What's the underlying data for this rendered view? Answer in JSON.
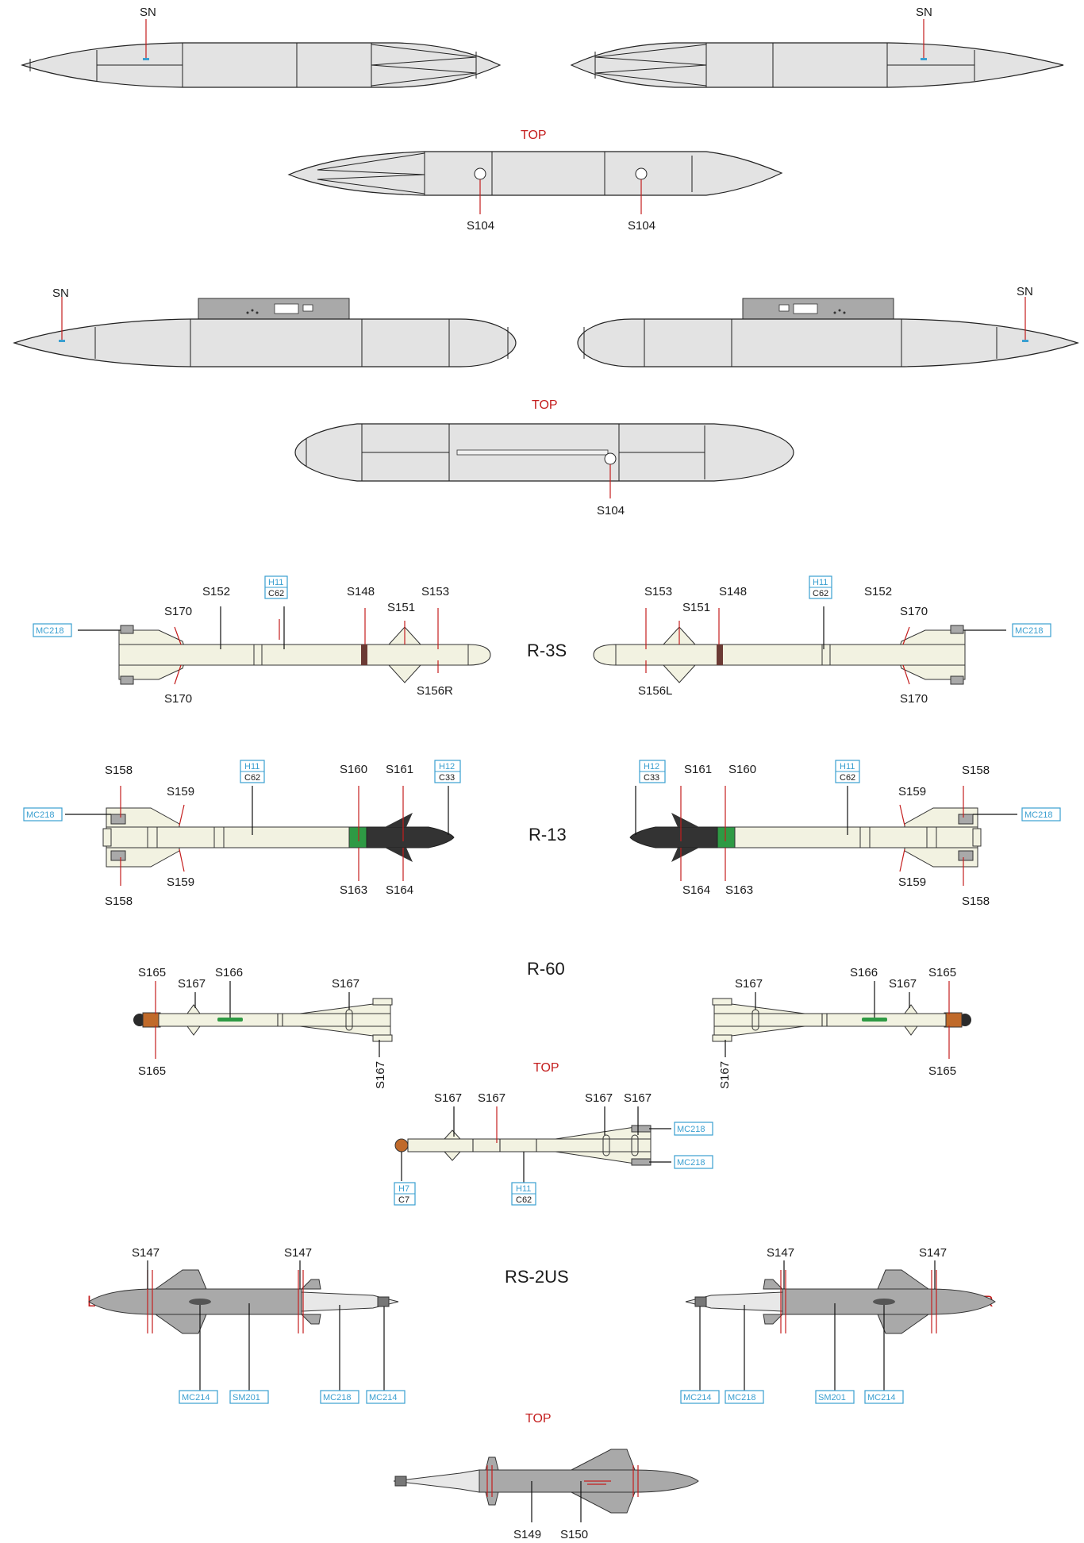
{
  "colors": {
    "label": "#1a1a1a",
    "top_label": "#c41e1e",
    "callout_box": "#3a9fd0",
    "pod_fill": "#e3e3e3",
    "missile_cream": "#f2f2e1",
    "missile_grey": "#a9a9a9"
  },
  "tanks": {
    "sn_left": "SN",
    "sn_right": "SN",
    "top": "TOP",
    "s104_a": "S104",
    "s104_b": "S104"
  },
  "pods": {
    "sn_left": "SN",
    "sn_right": "SN",
    "top": "TOP",
    "s104": "S104"
  },
  "r3s": {
    "name": "R-3S",
    "left": {
      "mc218": "MC218",
      "s170_top": "S170",
      "s152": "S152",
      "h11": "H11",
      "c62": "C62",
      "s148": "S148",
      "s151": "S151",
      "s153": "S153",
      "s170_bot": "S170",
      "s156r": "S156R"
    },
    "right": {
      "mc218": "MC218",
      "s170_top": "S170",
      "s152": "S152",
      "h11": "H11",
      "c62": "C62",
      "s148": "S148",
      "s151": "S151",
      "s153": "S153",
      "s170_bot": "S170",
      "s156l": "S156L"
    }
  },
  "r13": {
    "name": "R-13",
    "left": {
      "s158_top": "S158",
      "s159_top": "S159",
      "mc218": "MC218",
      "h11": "H11",
      "c62": "C62",
      "s160": "S160",
      "s161": "S161",
      "h12": "H12",
      "c33": "C33",
      "s158_bot": "S158",
      "s159_bot": "S159",
      "s163": "S163",
      "s164": "S164"
    },
    "right": {
      "h12": "H12",
      "c33": "C33",
      "s161": "S161",
      "s160": "S160",
      "h11": "H11",
      "c62": "C62",
      "s159_top": "S159",
      "s158_top": "S158",
      "mc218": "MC218",
      "s164": "S164",
      "s163": "S163",
      "s159_bot": "S159",
      "s158_bot": "S158"
    }
  },
  "r60": {
    "name": "R-60",
    "top": "TOP",
    "left": {
      "s165_top": "S165",
      "s167_a": "S167",
      "s166": "S166",
      "s167_b": "S167",
      "s165_bot": "S165",
      "s167_c": "S167"
    },
    "right": {
      "s167_b": "S167",
      "s166": "S166",
      "s167_a": "S167",
      "s165_top": "S165",
      "s165_bot": "S165",
      "s167_c": "S167"
    },
    "topview": {
      "s167_1": "S167",
      "s167_2": "S167",
      "s167_3": "S167",
      "s167_4": "S167",
      "mc218_a": "MC218",
      "mc218_b": "MC218",
      "h7": "H7",
      "c7": "C7",
      "h11": "H11",
      "c62": "C62"
    }
  },
  "rs2us": {
    "name": "RS-2US",
    "left_mark": "L",
    "right_mark": "R",
    "top": "TOP",
    "left": {
      "s147_a": "S147",
      "s147_b": "S147",
      "mc214_a": "MC214",
      "sm201": "SM201",
      "mc218": "MC218",
      "mc214_b": "MC214"
    },
    "right": {
      "s147_a": "S147",
      "s147_b": "S147",
      "mc214_a": "MC214",
      "mc218": "MC218",
      "sm201": "SM201",
      "mc214_b": "MC214"
    },
    "topview": {
      "s149": "S149",
      "s150": "S150"
    }
  }
}
